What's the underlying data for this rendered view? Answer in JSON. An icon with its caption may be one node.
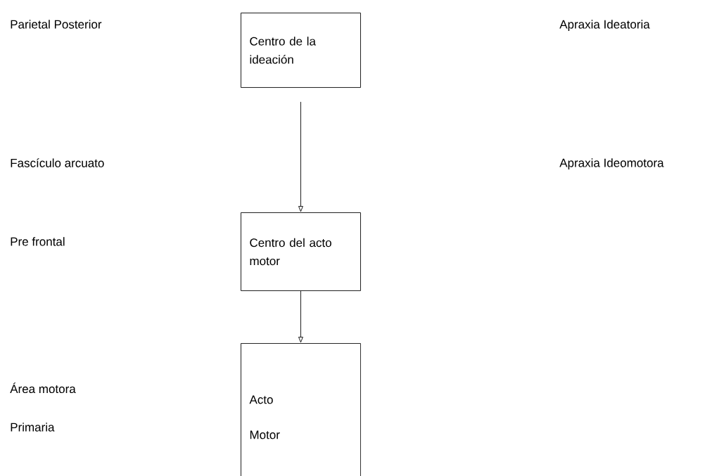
{
  "diagram": {
    "nodes": [
      {
        "text": [
          "Centro de la ideación"
        ]
      },
      {
        "text": [
          "Centro del acto motor"
        ]
      },
      {
        "text": [
          "Acto",
          "Motor"
        ]
      }
    ],
    "edges": [
      {
        "from": 0,
        "to": 1,
        "arrow": "to"
      },
      {
        "from": 1,
        "to": 2,
        "arrow": "to"
      }
    ],
    "labels": [
      "Parietal Posterior",
      "Apraxia Ideatoria",
      "Fascículo arcuato",
      "Apraxia Ideomotora",
      "Pre frontal",
      "Área motora",
      "Primaria"
    ]
  }
}
